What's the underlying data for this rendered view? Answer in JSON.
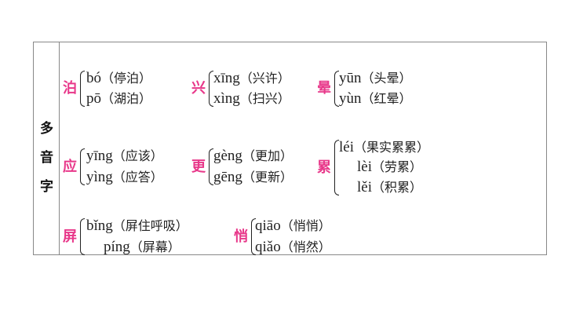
{
  "category_label": [
    "多",
    "音",
    "字"
  ],
  "accent_color": "#e8388a",
  "groups": [
    {
      "char": "泊",
      "readings": [
        {
          "pinyin": "bó",
          "example": "（停泊）"
        },
        {
          "pinyin": "pō",
          "example": "（湖泊）"
        }
      ]
    },
    {
      "char": "兴",
      "readings": [
        {
          "pinyin": "xīng",
          "example": "（兴许）"
        },
        {
          "pinyin": "xìng",
          "example": "（扫兴）"
        }
      ]
    },
    {
      "char": "晕",
      "readings": [
        {
          "pinyin": "yūn",
          "example": "（头晕）"
        },
        {
          "pinyin": "yùn",
          "example": "（红晕）"
        }
      ]
    },
    {
      "char": "应",
      "readings": [
        {
          "pinyin": "yīng",
          "example": "（应该）"
        },
        {
          "pinyin": "yìng",
          "example": "（应答）"
        }
      ]
    },
    {
      "char": "更",
      "readings": [
        {
          "pinyin": "gèng",
          "example": "（更加）"
        },
        {
          "pinyin": "gēng",
          "example": "（更新）"
        }
      ]
    },
    {
      "char": "累",
      "readings": [
        {
          "pinyin": "léi",
          "example": "（果实累累）"
        },
        {
          "pinyin": "lèi",
          "example": "（劳累）"
        },
        {
          "pinyin": "lěi",
          "example": "（积累）"
        }
      ]
    },
    {
      "char": "屏",
      "readings": [
        {
          "pinyin": "bǐng",
          "example": "（屏住呼吸）"
        },
        {
          "pinyin": "píng",
          "example": "（屏幕）"
        }
      ]
    },
    {
      "char": "悄",
      "readings": [
        {
          "pinyin": "qiāo",
          "example": "（悄悄）"
        },
        {
          "pinyin": "qiǎo",
          "example": "（悄然）"
        }
      ]
    }
  ]
}
